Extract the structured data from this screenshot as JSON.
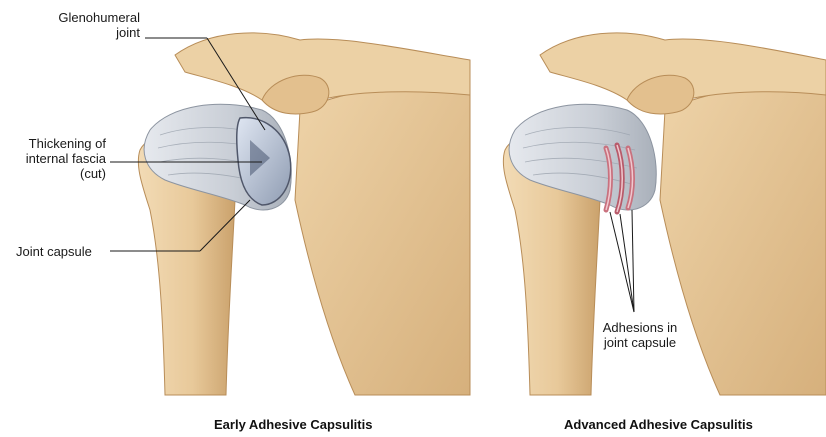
{
  "labels": {
    "glenohumeral_line1": "Glenohumeral",
    "glenohumeral_line2": "joint",
    "thickening_line1": "Thickening of",
    "thickening_line2": "internal fascia",
    "thickening_line3": "(cut)",
    "joint_capsule": "Joint capsule",
    "adhesions_line1": "Adhesions in",
    "adhesions_line2": "joint capsule"
  },
  "captions": {
    "early": "Early Adhesive Capsulitis",
    "advanced": "Advanced Adhesive Capsulitis"
  },
  "colors": {
    "bone": "#e8c99a",
    "bone_shadow": "#c9a06a",
    "capsule": "#c9ced6",
    "inflamed": "#c9717e"
  }
}
